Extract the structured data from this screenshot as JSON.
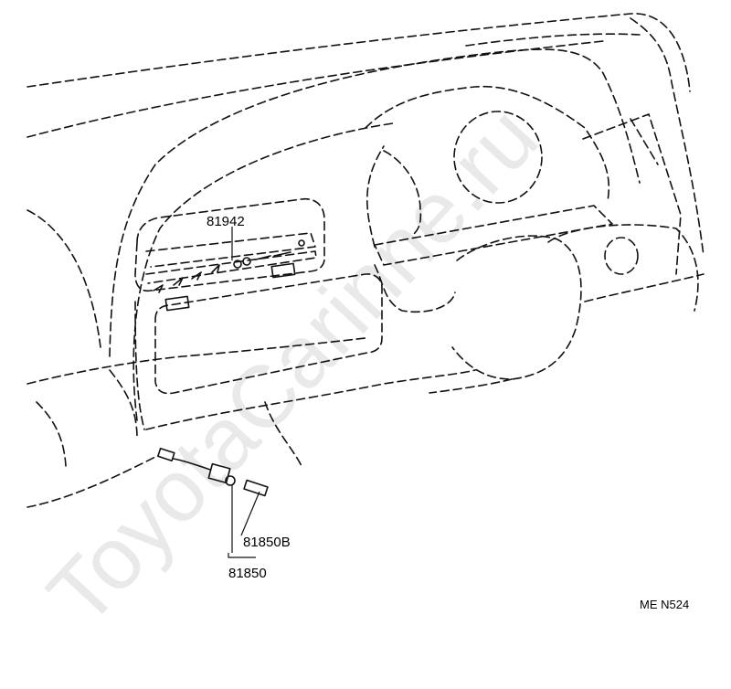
{
  "diagram": {
    "watermark": "ToyotaCarinne.ru",
    "parts": {
      "panel": "81942",
      "bulb": "81850B",
      "socket": "81850"
    },
    "figure_code": "ME  N524"
  }
}
